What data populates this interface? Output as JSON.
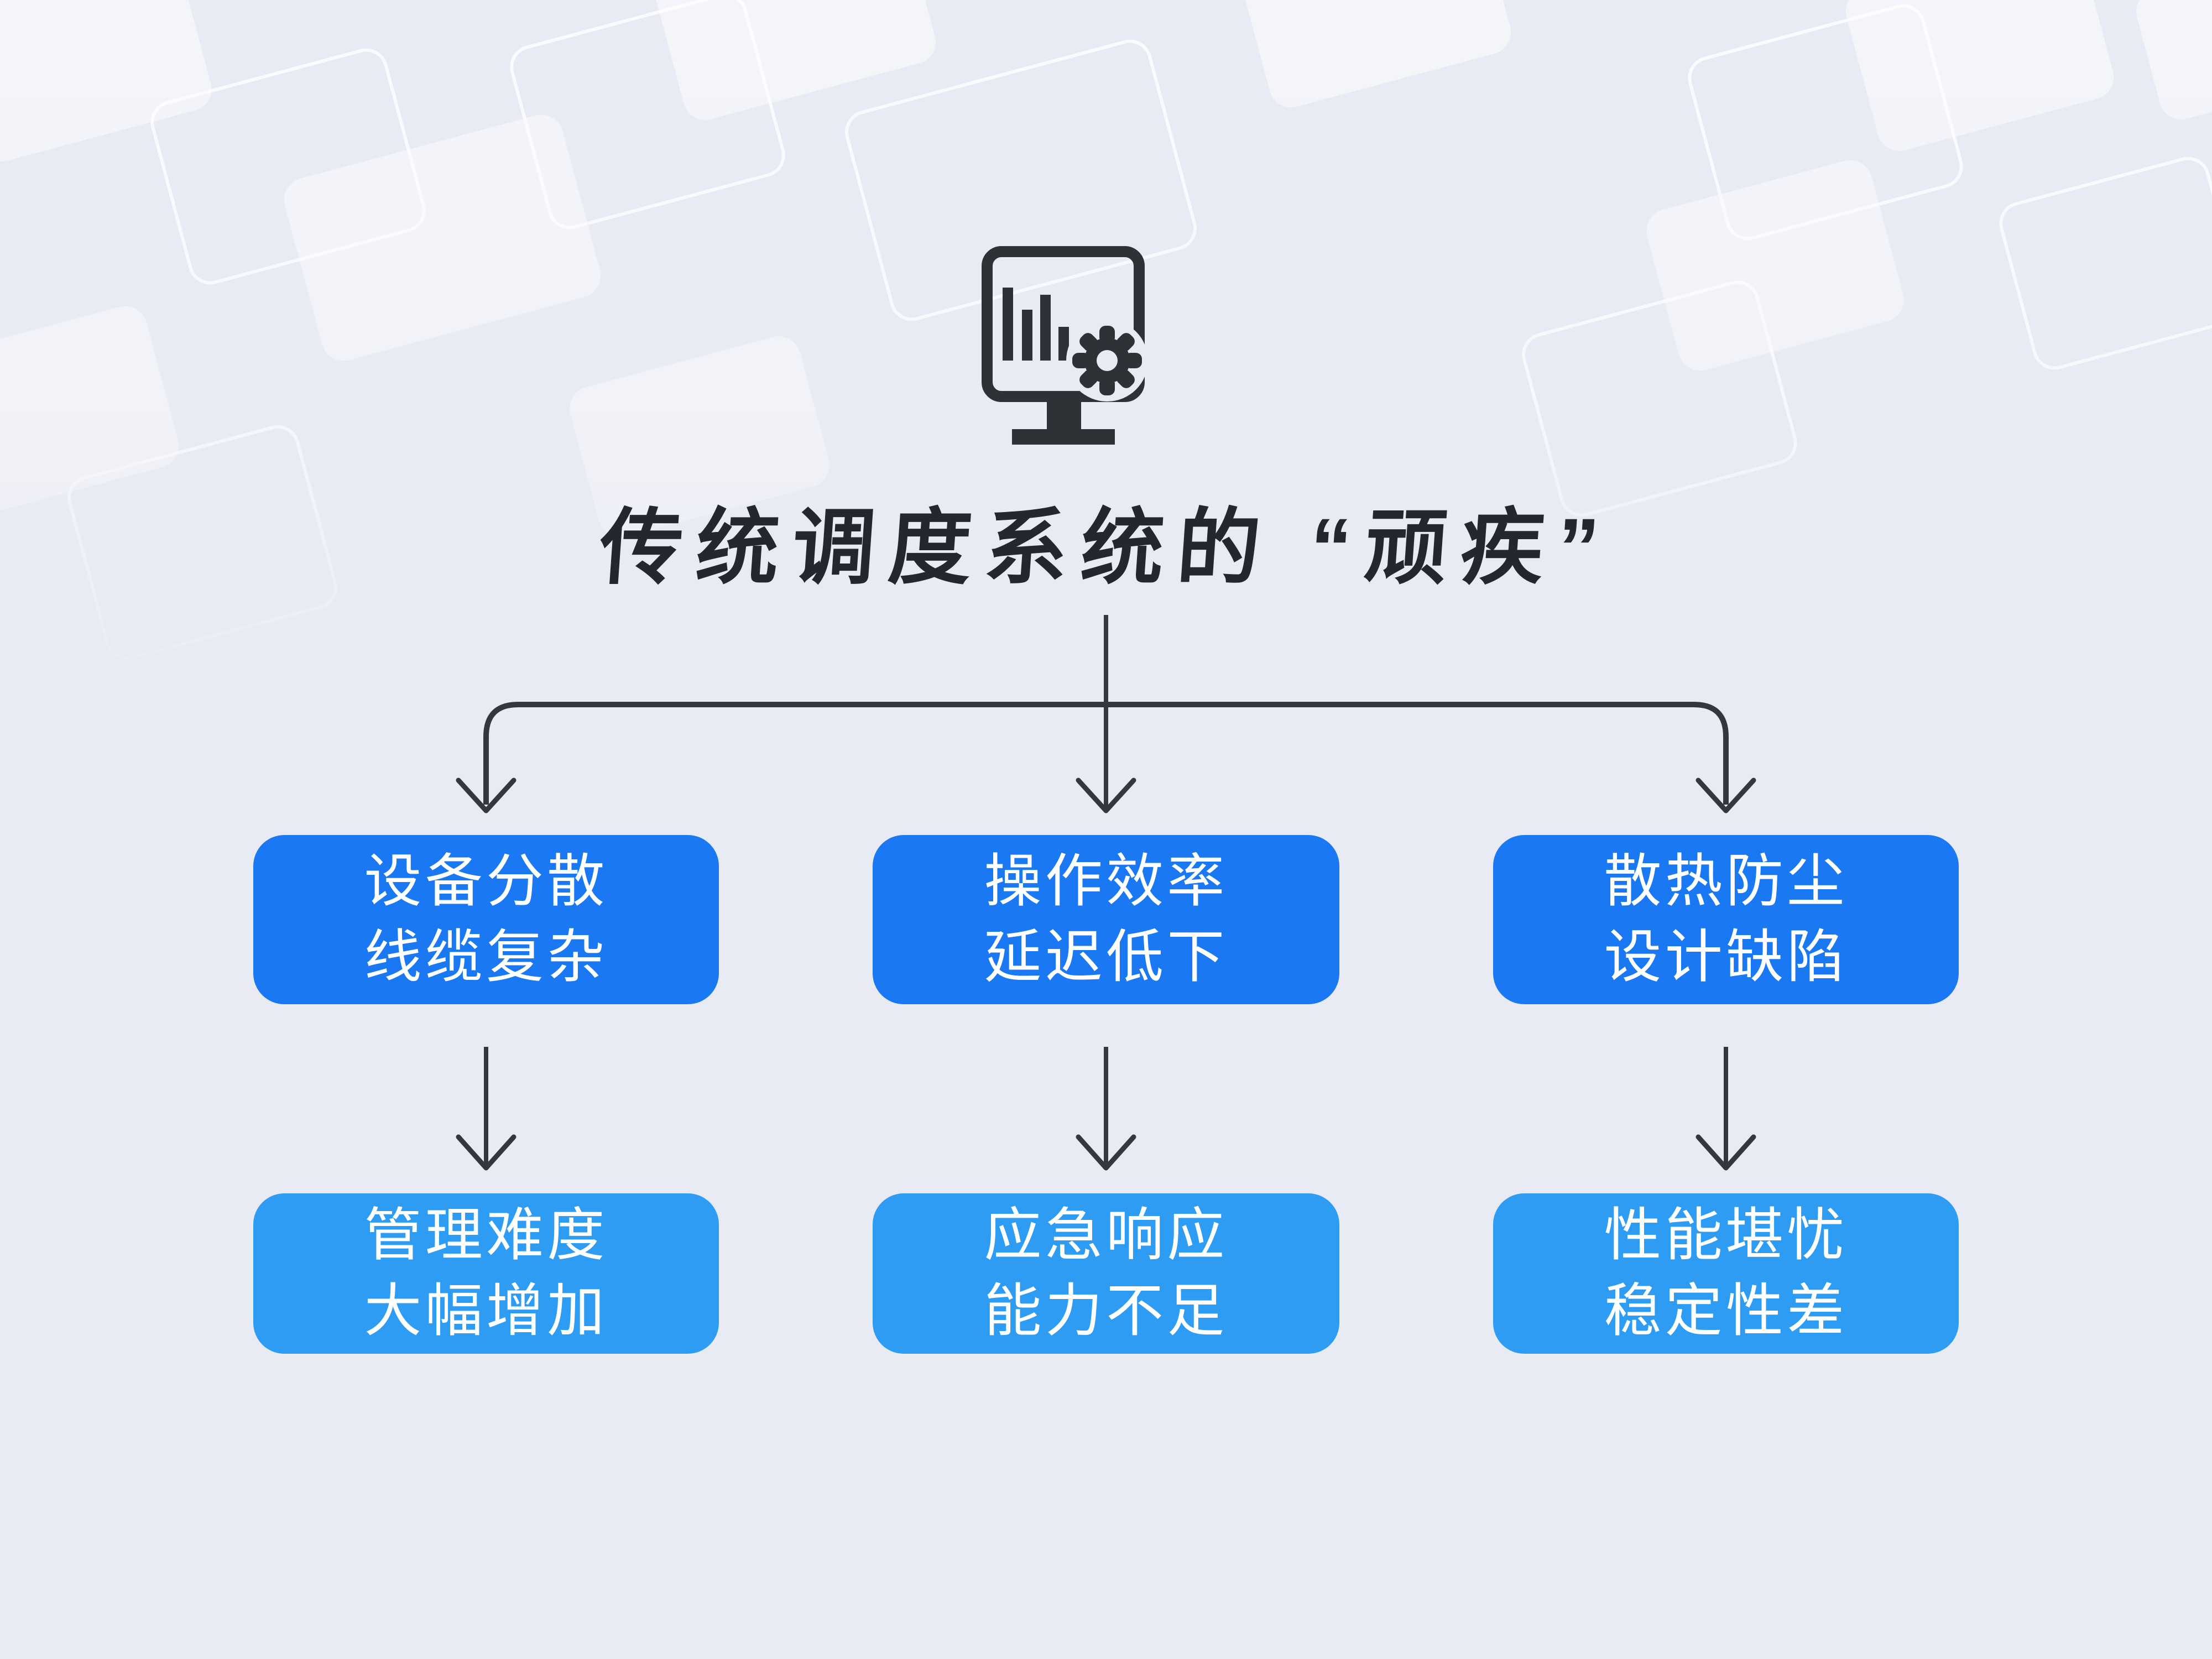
{
  "header": {
    "title": "传统调度系统的 “顽疾”",
    "icon": "monitor-analytics-gear-icon"
  },
  "flow": {
    "columns": [
      {
        "cause": {
          "text": "设备分散\n线缆复杂"
        },
        "effect": {
          "text": "管理难度\n大幅增加"
        }
      },
      {
        "cause": {
          "text": "操作效率\n延迟低下"
        },
        "effect": {
          "text": "应急响应\n能力不足"
        }
      },
      {
        "cause": {
          "text": "散热防尘\n设计缺陷"
        },
        "effect": {
          "text": "性能堪忧\n稳定性差"
        }
      }
    ]
  },
  "colors": {
    "bg": "#e9ebf4",
    "ink": "#24282e",
    "connector": "#33383f",
    "icon": "#2e3237",
    "cause_box": "#1a79f2",
    "effect_box": "#2f9cf4",
    "box_text": "#ffffff"
  }
}
